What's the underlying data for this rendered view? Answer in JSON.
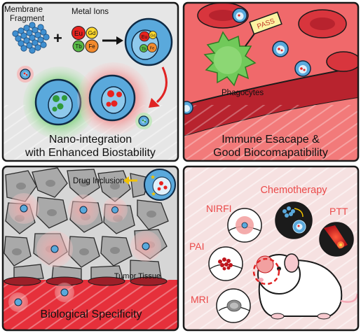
{
  "panel1": {
    "membrane_fragment_line1": "Membrane",
    "membrane_fragment_line2": "Fragment",
    "metal_ions_label": "Metal Ions",
    "ions": [
      "Eu",
      "Gd",
      "Tb",
      "Fe"
    ],
    "plus_symbol": "+",
    "caption_line1": "Nano-integration",
    "caption_line2": "with Enhanced Biostability"
  },
  "panel2": {
    "pass_label": "PASS",
    "phagocytes_label": "Phagocytes",
    "caption_line1": "Immune Esacape &",
    "caption_line2": "Good Biocomapatibility"
  },
  "panel3": {
    "drug_inclusion_label": "Drug Inclusion",
    "tumor_tissue_label": "Tumor Tissue",
    "caption": "Biological Specificity"
  },
  "panel4": {
    "chemotherapy_label": "Chemotherapy",
    "nirfi_label": "NIRFI",
    "ptt_label": "PTT",
    "pai_label": "PAI",
    "mri_label": "MRI"
  },
  "colors": {
    "panel_border": "#1a1a1a",
    "panel1_bg": "#e6e6e6",
    "panel2_bg": "#f0696b",
    "panel3_bg": "#d6d6d6",
    "panel4_bg": "#f6e1e1",
    "eu_ion": "#e8231f",
    "gd_ion": "#ffd92e",
    "tb_ion": "#58b947",
    "fe_ion": "#f28a2d",
    "nanoparticle_blue": "#5aa9dc",
    "label_red": "#ea4a4a",
    "vessel_red": "#c9303a"
  }
}
